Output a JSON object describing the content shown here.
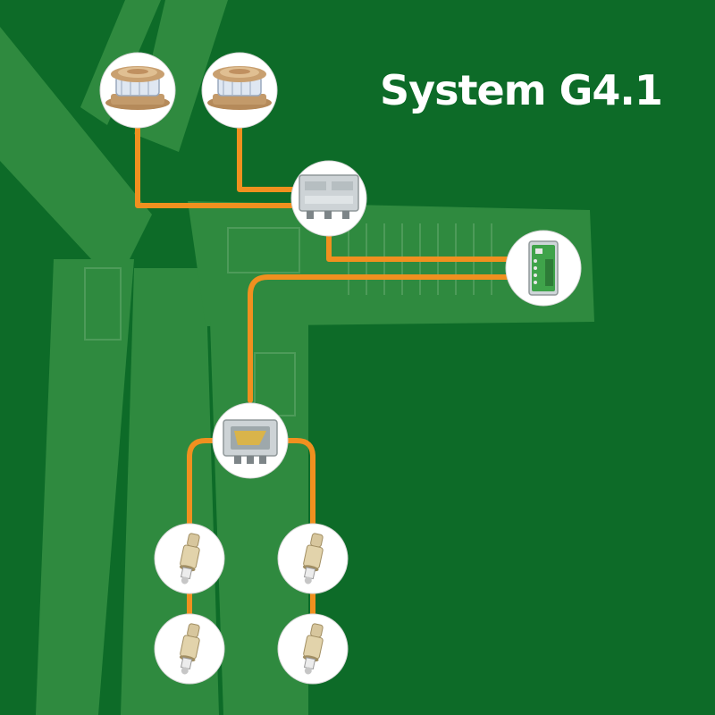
{
  "title": "System G4.1",
  "colors": {
    "background": "#0d6b28",
    "turbine_silhouette": "#2f8a3f",
    "cable": "#f0901f",
    "node_fill": "#ffffff"
  },
  "nodes": [
    {
      "name": "obstruction-light-1",
      "icon": "beacon-light-icon"
    },
    {
      "name": "obstruction-light-2",
      "icon": "beacon-light-icon"
    },
    {
      "name": "distribution-box-upper",
      "icon": "junction-box-icon"
    },
    {
      "name": "control-unit",
      "icon": "din-rail-module-icon"
    },
    {
      "name": "distribution-box-lower",
      "icon": "junction-box-icon"
    },
    {
      "name": "tower-light-1",
      "icon": "tower-light-icon"
    },
    {
      "name": "tower-light-2",
      "icon": "tower-light-icon"
    },
    {
      "name": "tower-light-3",
      "icon": "tower-light-icon"
    },
    {
      "name": "tower-light-4",
      "icon": "tower-light-icon"
    }
  ]
}
